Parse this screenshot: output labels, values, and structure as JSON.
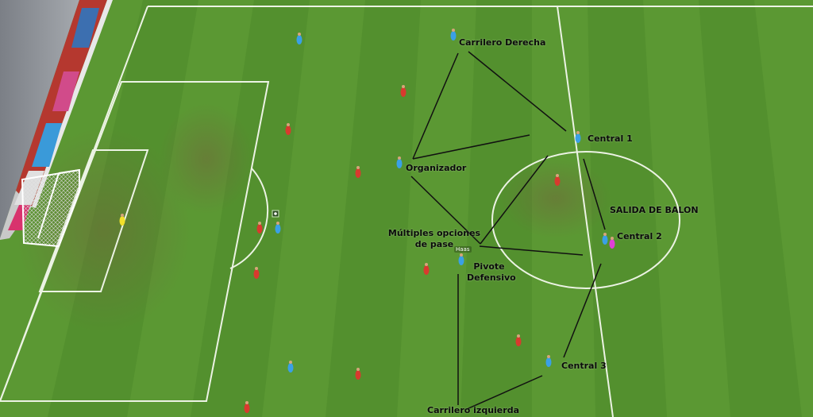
{
  "labels": {
    "carrilero_derecha": "Carrilero Derecha",
    "central_1": "Central 1",
    "organizador": "Organizador",
    "salida_de_balon": "SALIDA DE BALON",
    "central_2": "Central 2",
    "multiples_opciones": "Múltiples opciones de pase",
    "pivote_defensivo": "Pivote Defensivo",
    "central_3": "Central 3",
    "carrilero_izquierda": "Carrilero izquierda"
  },
  "player_tag": "Haas",
  "colors": {
    "grass_light": "#5d9a35",
    "grass_dark": "#4a8229",
    "team_blue": "#3aa0e6",
    "team_red": "#d83a2e",
    "goalkeeper": "#f2e02a",
    "ball_carrier": "#e040d8"
  }
}
